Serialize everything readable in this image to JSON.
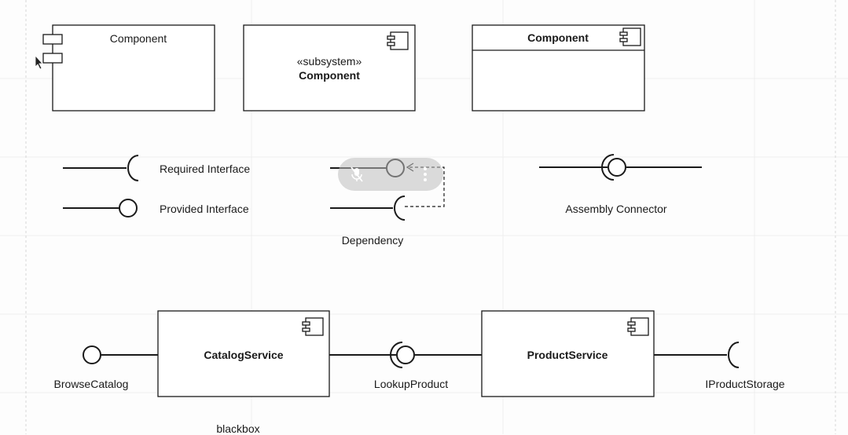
{
  "shapes": {
    "component_basic": "Component",
    "component_subsystem_stereotype": "«subsystem»",
    "component_subsystem_name": "Component",
    "component_header": "Component"
  },
  "notation": {
    "required_interface": "Required Interface",
    "provided_interface": "Provided Interface",
    "dependency": "Dependency",
    "assembly_connector": "Assembly Connector"
  },
  "example": {
    "provided_port": "BrowseCatalog",
    "catalog_service": "CatalogService",
    "connector": "LookupProduct",
    "product_service": "ProductService",
    "required_port": "IProductStorage",
    "caption": "blackbox"
  },
  "colors": {
    "stroke": "#1a1a1a",
    "background": "#fdfdfd",
    "toolbar": "#bebebe",
    "grid": "#e6e6e6"
  }
}
